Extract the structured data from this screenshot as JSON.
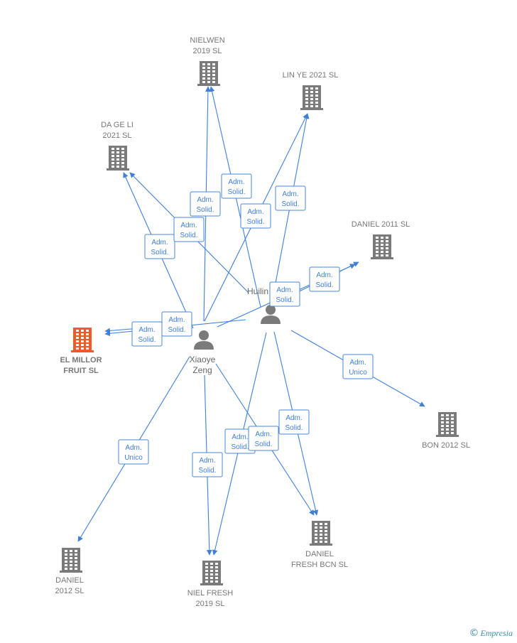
{
  "colors": {
    "edge": "#3f7fd6",
    "company": "#7a7a7a",
    "company_highlight": "#f05a28",
    "person": "#7a7a7a"
  },
  "persons": [
    {
      "id": "huilin",
      "lines": [
        "Huilin"
      ]
    },
    {
      "id": "xiaoye",
      "lines": [
        "Xiaoye",
        "Zeng"
      ]
    }
  ],
  "companies": [
    {
      "id": "nielwen",
      "lines": [
        "NIELWEN",
        "2019  SL"
      ],
      "highlight": false
    },
    {
      "id": "linye",
      "lines": [
        "LIN YE 2021  SL"
      ],
      "highlight": false
    },
    {
      "id": "dageli",
      "lines": [
        "DA GE LI",
        "2021  SL"
      ],
      "highlight": false
    },
    {
      "id": "daniel2011",
      "lines": [
        "DANIEL 2011 SL"
      ],
      "highlight": false
    },
    {
      "id": "elmillor",
      "lines": [
        "EL MILLOR",
        "FRUIT  SL"
      ],
      "highlight": true
    },
    {
      "id": "bon2012",
      "lines": [
        "BON 2012 SL"
      ],
      "highlight": false
    },
    {
      "id": "daniel2012",
      "lines": [
        "DANIEL",
        "2012 SL"
      ],
      "highlight": false
    },
    {
      "id": "nielfresh",
      "lines": [
        "NIEL FRESH",
        "2019  SL"
      ],
      "highlight": false
    },
    {
      "id": "danielfresh",
      "lines": [
        "DANIEL",
        "FRESH BCN  SL"
      ],
      "highlight": false
    }
  ],
  "relations": [
    {
      "from": "xiaoye",
      "to": "nielwen",
      "label": [
        "Adm.",
        "Solid."
      ]
    },
    {
      "from": "huilin",
      "to": "nielwen",
      "label": [
        "Adm.",
        "Solid."
      ]
    },
    {
      "from": "xiaoye",
      "to": "linye",
      "label": [
        "Adm.",
        "Solid."
      ]
    },
    {
      "from": "huilin",
      "to": "linye",
      "label": [
        "Adm.",
        "Solid."
      ]
    },
    {
      "from": "xiaoye",
      "to": "dageli",
      "label": [
        "Adm.",
        "Solid."
      ]
    },
    {
      "from": "huilin",
      "to": "dageli",
      "label": [
        "Adm.",
        "Solid."
      ]
    },
    {
      "from": "huilin",
      "to": "daniel2011",
      "label": [
        "Adm.",
        "Solid."
      ]
    },
    {
      "from": "xiaoye",
      "to": "daniel2011",
      "label": [
        "Adm.",
        "Solid."
      ]
    },
    {
      "from": "huilin",
      "to": "elmillor",
      "label": [
        "Adm.",
        "Solid."
      ]
    },
    {
      "from": "xiaoye",
      "to": "elmillor",
      "label": [
        "Adm.",
        "Solid."
      ]
    },
    {
      "from": "huilin",
      "to": "bon2012",
      "label": [
        "Adm.",
        "Unico"
      ]
    },
    {
      "from": "xiaoye",
      "to": "daniel2012",
      "label": [
        "Adm.",
        "Unico"
      ]
    },
    {
      "from": "xiaoye",
      "to": "nielfresh",
      "label": [
        "Adm.",
        "Solid."
      ]
    },
    {
      "from": "huilin",
      "to": "nielfresh",
      "label": [
        "Adm.",
        "Solid."
      ]
    },
    {
      "from": "huilin",
      "to": "danielfresh",
      "label": [
        "Adm.",
        "Solid."
      ]
    },
    {
      "from": "xiaoye",
      "to": "danielfresh",
      "label": [
        "Adm.",
        "Solid."
      ]
    }
  ],
  "footer": {
    "copyright_symbol": "©",
    "brand": "Empresia"
  }
}
